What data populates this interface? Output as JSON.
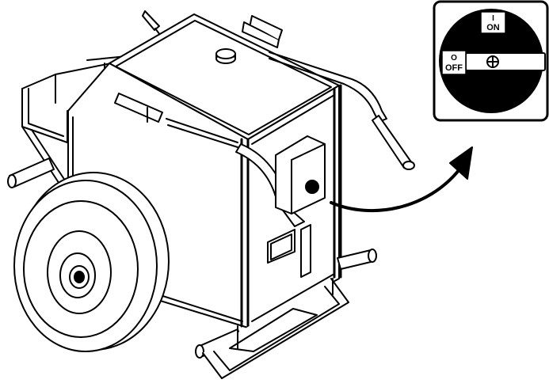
{
  "switch_inset": {
    "on_numeral": "I",
    "on_label": "ON",
    "off_numeral": "O",
    "off_label": "OFF"
  },
  "colors": {
    "line": "#000000",
    "fill": "#ffffff",
    "dial": "#000000"
  },
  "icons": [
    "crosshair-icon",
    "curved-arrow-icon"
  ]
}
